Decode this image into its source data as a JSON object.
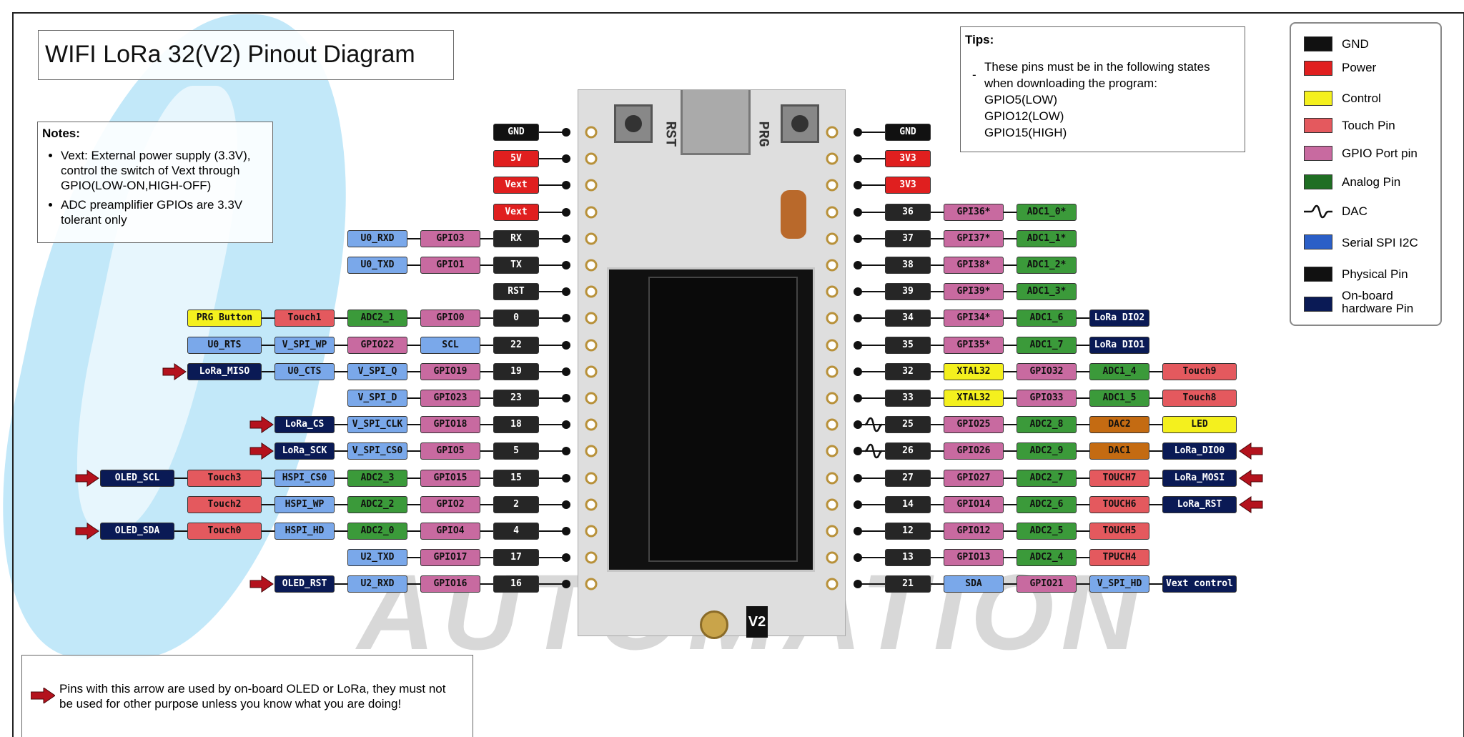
{
  "title": "WIFI LoRa 32(V2) Pinout Diagram",
  "watermark": "AUTOMATION",
  "notes": {
    "heading": "Notes:",
    "items": [
      "Vext: External power supply (3.3V), control the switch of Vext through GPIO(LOW-ON,HIGH-OFF)",
      "ADC preamplifier GPIOs are 3.3V tolerant only"
    ]
  },
  "tips": {
    "heading": "Tips:",
    "dash": "-",
    "lines": [
      "These pins must be in the following states",
      "when downloading the program:",
      "GPIO5(LOW)",
      "GPIO12(LOW)",
      "GPIO15(HIGH)"
    ]
  },
  "warning": {
    "lines": [
      "Pins with this arrow are used by on-board OLED or LoRa, they must not",
      "be used for other purpose unless you know what you are doing!"
    ]
  },
  "legend": [
    {
      "label": "GND",
      "color": "#111111",
      "kind": "gnd"
    },
    {
      "label": "Power",
      "color": "#e01f1f",
      "kind": "power"
    },
    {
      "label": "Control",
      "color": "#f4f01e",
      "kind": "control"
    },
    {
      "label": "Touch Pin",
      "color": "#e4595e",
      "kind": "touch"
    },
    {
      "label": "GPIO Port pin",
      "color": "#c86aa0",
      "kind": "gpio"
    },
    {
      "label": "Analog Pin",
      "color": "#1f6e23",
      "kind": "analog"
    },
    {
      "label": "DAC",
      "color": "",
      "kind": "dac"
    },
    {
      "label": "Serial SPI I2C",
      "color": "#2b5fc7",
      "kind": "serial"
    },
    {
      "label": "Physical Pin",
      "color": "#111111",
      "kind": "phys"
    },
    {
      "label": "On-board hardware Pin",
      "color": "#0a1a55",
      "kind": "onboard"
    }
  ],
  "board": {
    "rst_label": "RST",
    "prg_label": "PRG",
    "version": "V2"
  },
  "left_rows": [
    {
      "pins": [
        {
          "t": "GND",
          "c": "gnd"
        }
      ],
      "arrow": false
    },
    {
      "pins": [
        {
          "t": "5V",
          "c": "power"
        }
      ],
      "arrow": false
    },
    {
      "pins": [
        {
          "t": "Vext",
          "c": "power"
        }
      ],
      "arrow": false
    },
    {
      "pins": [
        {
          "t": "Vext",
          "c": "power"
        }
      ],
      "arrow": false
    },
    {
      "pins": [
        {
          "t": "RX",
          "c": "phys"
        },
        {
          "t": "GPIO3",
          "c": "gpio"
        },
        {
          "t": "U0_RXD",
          "c": "serial2"
        }
      ],
      "arrow": false
    },
    {
      "pins": [
        {
          "t": "TX",
          "c": "phys"
        },
        {
          "t": "GPIO1",
          "c": "gpio"
        },
        {
          "t": "U0_TXD",
          "c": "serial2"
        }
      ],
      "arrow": false
    },
    {
      "pins": [
        {
          "t": "RST",
          "c": "phys"
        }
      ],
      "arrow": false
    },
    {
      "pins": [
        {
          "t": "0",
          "c": "phys"
        },
        {
          "t": "GPIO0",
          "c": "gpio"
        },
        {
          "t": "ADC2_1",
          "c": "analog"
        },
        {
          "t": "Touch1",
          "c": "touch"
        },
        {
          "t": "PRG Button",
          "c": "control"
        }
      ],
      "arrow": false
    },
    {
      "pins": [
        {
          "t": "22",
          "c": "phys"
        },
        {
          "t": "SCL",
          "c": "serial2"
        },
        {
          "t": "GPIO22",
          "c": "gpio"
        },
        {
          "t": "V_SPI_WP",
          "c": "serial2"
        },
        {
          "t": "U0_RTS",
          "c": "serial2"
        }
      ],
      "arrow": false
    },
    {
      "pins": [
        {
          "t": "19",
          "c": "phys"
        },
        {
          "t": "GPIO19",
          "c": "gpio"
        },
        {
          "t": "V_SPI_Q",
          "c": "serial2"
        },
        {
          "t": "U0_CTS",
          "c": "serial2"
        },
        {
          "t": "LoRa_MISO",
          "c": "onboard"
        }
      ],
      "arrow": true
    },
    {
      "pins": [
        {
          "t": "23",
          "c": "phys"
        },
        {
          "t": "GPIO23",
          "c": "gpio"
        },
        {
          "t": "V_SPI_D",
          "c": "serial2"
        }
      ],
      "arrow": false
    },
    {
      "pins": [
        {
          "t": "18",
          "c": "phys"
        },
        {
          "t": "GPIO18",
          "c": "gpio"
        },
        {
          "t": "V_SPI_CLK",
          "c": "serial2"
        },
        {
          "t": "LoRa_CS",
          "c": "onboard"
        }
      ],
      "arrow": true
    },
    {
      "pins": [
        {
          "t": "5",
          "c": "phys"
        },
        {
          "t": "GPIO5",
          "c": "gpio"
        },
        {
          "t": "V_SPI_CS0",
          "c": "serial2"
        },
        {
          "t": "LoRa_SCK",
          "c": "onboard"
        }
      ],
      "arrow": true
    },
    {
      "pins": [
        {
          "t": "15",
          "c": "phys"
        },
        {
          "t": "GPIO15",
          "c": "gpio"
        },
        {
          "t": "ADC2_3",
          "c": "analog"
        },
        {
          "t": "HSPI_CS0",
          "c": "serial2"
        },
        {
          "t": "Touch3",
          "c": "touch"
        },
        {
          "t": "OLED_SCL",
          "c": "onboard"
        }
      ],
      "arrow": true
    },
    {
      "pins": [
        {
          "t": "2",
          "c": "phys"
        },
        {
          "t": "GPIO2",
          "c": "gpio"
        },
        {
          "t": "ADC2_2",
          "c": "analog"
        },
        {
          "t": "HSPI_WP",
          "c": "serial2"
        },
        {
          "t": "Touch2",
          "c": "touch"
        }
      ],
      "arrow": false
    },
    {
      "pins": [
        {
          "t": "4",
          "c": "phys"
        },
        {
          "t": "GPIO4",
          "c": "gpio"
        },
        {
          "t": "ADC2_0",
          "c": "analog"
        },
        {
          "t": "HSPI_HD",
          "c": "serial2"
        },
        {
          "t": "Touch0",
          "c": "touch"
        },
        {
          "t": "OLED_SDA",
          "c": "onboard"
        }
      ],
      "arrow": true
    },
    {
      "pins": [
        {
          "t": "17",
          "c": "phys"
        },
        {
          "t": "GPIO17",
          "c": "gpio"
        },
        {
          "t": "U2_TXD",
          "c": "serial2"
        }
      ],
      "arrow": false
    },
    {
      "pins": [
        {
          "t": "16",
          "c": "phys"
        },
        {
          "t": "GPIO16",
          "c": "gpio"
        },
        {
          "t": "U2_RXD",
          "c": "serial2"
        },
        {
          "t": "OLED_RST",
          "c": "onboard"
        }
      ],
      "arrow": true
    }
  ],
  "right_rows": [
    {
      "pins": [
        {
          "t": "GND",
          "c": "gnd"
        }
      ],
      "arrow": false,
      "dac": false
    },
    {
      "pins": [
        {
          "t": "3V3",
          "c": "power"
        }
      ],
      "arrow": false,
      "dac": false
    },
    {
      "pins": [
        {
          "t": "3V3",
          "c": "power"
        }
      ],
      "arrow": false,
      "dac": false
    },
    {
      "pins": [
        {
          "t": "36",
          "c": "phys"
        },
        {
          "t": "GPI36*",
          "c": "gpio"
        },
        {
          "t": "ADC1_0*",
          "c": "analog"
        }
      ],
      "arrow": false,
      "dac": false
    },
    {
      "pins": [
        {
          "t": "37",
          "c": "phys"
        },
        {
          "t": "GPI37*",
          "c": "gpio"
        },
        {
          "t": "ADC1_1*",
          "c": "analog"
        }
      ],
      "arrow": false,
      "dac": false
    },
    {
      "pins": [
        {
          "t": "38",
          "c": "phys"
        },
        {
          "t": "GPI38*",
          "c": "gpio"
        },
        {
          "t": "ADC1_2*",
          "c": "analog"
        }
      ],
      "arrow": false,
      "dac": false
    },
    {
      "pins": [
        {
          "t": "39",
          "c": "phys"
        },
        {
          "t": "GPI39*",
          "c": "gpio"
        },
        {
          "t": "ADC1_3*",
          "c": "analog"
        }
      ],
      "arrow": false,
      "dac": false
    },
    {
      "pins": [
        {
          "t": "34",
          "c": "phys"
        },
        {
          "t": "GPI34*",
          "c": "gpio"
        },
        {
          "t": "ADC1_6",
          "c": "analog"
        },
        {
          "t": "LoRa DIO2",
          "c": "onboard"
        }
      ],
      "arrow": false,
      "dac": false
    },
    {
      "pins": [
        {
          "t": "35",
          "c": "phys"
        },
        {
          "t": "GPI35*",
          "c": "gpio"
        },
        {
          "t": "ADC1_7",
          "c": "analog"
        },
        {
          "t": "LoRa DIO1",
          "c": "onboard"
        }
      ],
      "arrow": false,
      "dac": false
    },
    {
      "pins": [
        {
          "t": "32",
          "c": "phys"
        },
        {
          "t": "XTAL32",
          "c": "control"
        },
        {
          "t": "GPIO32",
          "c": "gpio"
        },
        {
          "t": "ADC1_4",
          "c": "analog"
        },
        {
          "t": "Touch9",
          "c": "touch"
        }
      ],
      "arrow": false,
      "dac": false
    },
    {
      "pins": [
        {
          "t": "33",
          "c": "phys"
        },
        {
          "t": "XTAL32",
          "c": "control"
        },
        {
          "t": "GPIO33",
          "c": "gpio"
        },
        {
          "t": "ADC1_5",
          "c": "analog"
        },
        {
          "t": "Touch8",
          "c": "touch"
        }
      ],
      "arrow": false,
      "dac": false
    },
    {
      "pins": [
        {
          "t": "25",
          "c": "phys"
        },
        {
          "t": "GPIO25",
          "c": "gpio"
        },
        {
          "t": "ADC2_8",
          "c": "analog"
        },
        {
          "t": "DAC2",
          "c": "dac"
        },
        {
          "t": "LED",
          "c": "control"
        }
      ],
      "arrow": false,
      "dac": true
    },
    {
      "pins": [
        {
          "t": "26",
          "c": "phys"
        },
        {
          "t": "GPIO26",
          "c": "gpio"
        },
        {
          "t": "ADC2_9",
          "c": "analog"
        },
        {
          "t": "DAC1",
          "c": "dac"
        },
        {
          "t": "LoRa_DIO0",
          "c": "onboard"
        }
      ],
      "arrow": true,
      "dac": true
    },
    {
      "pins": [
        {
          "t": "27",
          "c": "phys"
        },
        {
          "t": "GPIO27",
          "c": "gpio"
        },
        {
          "t": "ADC2_7",
          "c": "analog"
        },
        {
          "t": "TOUCH7",
          "c": "touch"
        },
        {
          "t": "LoRa_MOSI",
          "c": "onboard"
        }
      ],
      "arrow": true,
      "dac": false
    },
    {
      "pins": [
        {
          "t": "14",
          "c": "phys"
        },
        {
          "t": "GPIO14",
          "c": "gpio"
        },
        {
          "t": "ADC2_6",
          "c": "analog"
        },
        {
          "t": "TOUCH6",
          "c": "touch"
        },
        {
          "t": "LoRa_RST",
          "c": "onboard"
        }
      ],
      "arrow": true,
      "dac": false
    },
    {
      "pins": [
        {
          "t": "12",
          "c": "phys"
        },
        {
          "t": "GPIO12",
          "c": "gpio"
        },
        {
          "t": "ADC2_5",
          "c": "analog"
        },
        {
          "t": "TOUCH5",
          "c": "touch"
        }
      ],
      "arrow": false,
      "dac": false
    },
    {
      "pins": [
        {
          "t": "13",
          "c": "phys"
        },
        {
          "t": "GPIO13",
          "c": "gpio"
        },
        {
          "t": "ADC2_4",
          "c": "analog"
        },
        {
          "t": "TPUCH4",
          "c": "touch"
        }
      ],
      "arrow": false,
      "dac": false
    },
    {
      "pins": [
        {
          "t": "21",
          "c": "phys"
        },
        {
          "t": "SDA",
          "c": "serial2"
        },
        {
          "t": "GPIO21",
          "c": "gpio"
        },
        {
          "t": "V_SPI_HD",
          "c": "serial2"
        },
        {
          "t": "Vext control",
          "c": "onboard"
        }
      ],
      "arrow": false,
      "dac": false
    }
  ]
}
